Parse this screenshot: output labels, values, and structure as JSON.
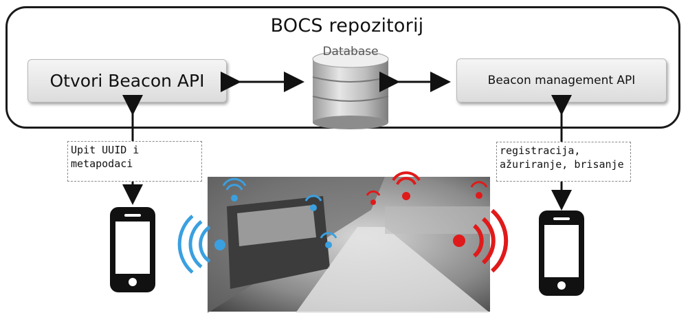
{
  "diagram": {
    "repository_title": "BOCS repozitorij",
    "database_label": "Database",
    "left_api_label": "Otvori Beacon API",
    "right_api_label": "Beacon management API",
    "left_note_lines": [
      "Upit UUID i",
      "metapodaci"
    ],
    "right_note_lines": [
      "registracija,",
      "ažuriranje, brisanje"
    ]
  },
  "colors": {
    "beacon_blue": "#3aa0e0",
    "beacon_red": "#e01a1a",
    "border": "#1a1a1a"
  },
  "icons": [
    "database-icon",
    "smartphone-icon",
    "wifi-beacon-icon",
    "metro-station-photo"
  ]
}
